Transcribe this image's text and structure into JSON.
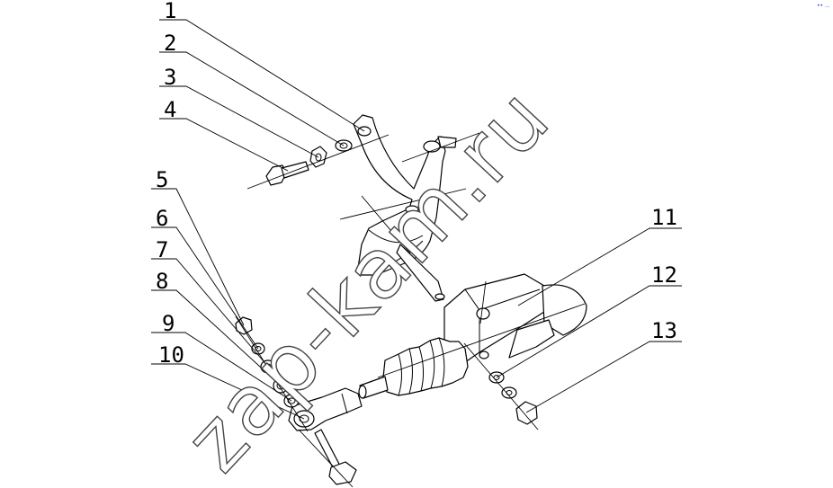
{
  "diagram": {
    "callouts": [
      "1",
      "2",
      "3",
      "4",
      "5",
      "6",
      "7",
      "8",
      "9",
      "10",
      "11",
      "12",
      "13"
    ],
    "watermark": "zap-kam.ru",
    "corner_mark": "•• ...",
    "colors": {
      "line": "#000000",
      "watermark_outline": "#444444",
      "corner_mark": "#1a3ec8",
      "background": "#ffffff"
    }
  }
}
